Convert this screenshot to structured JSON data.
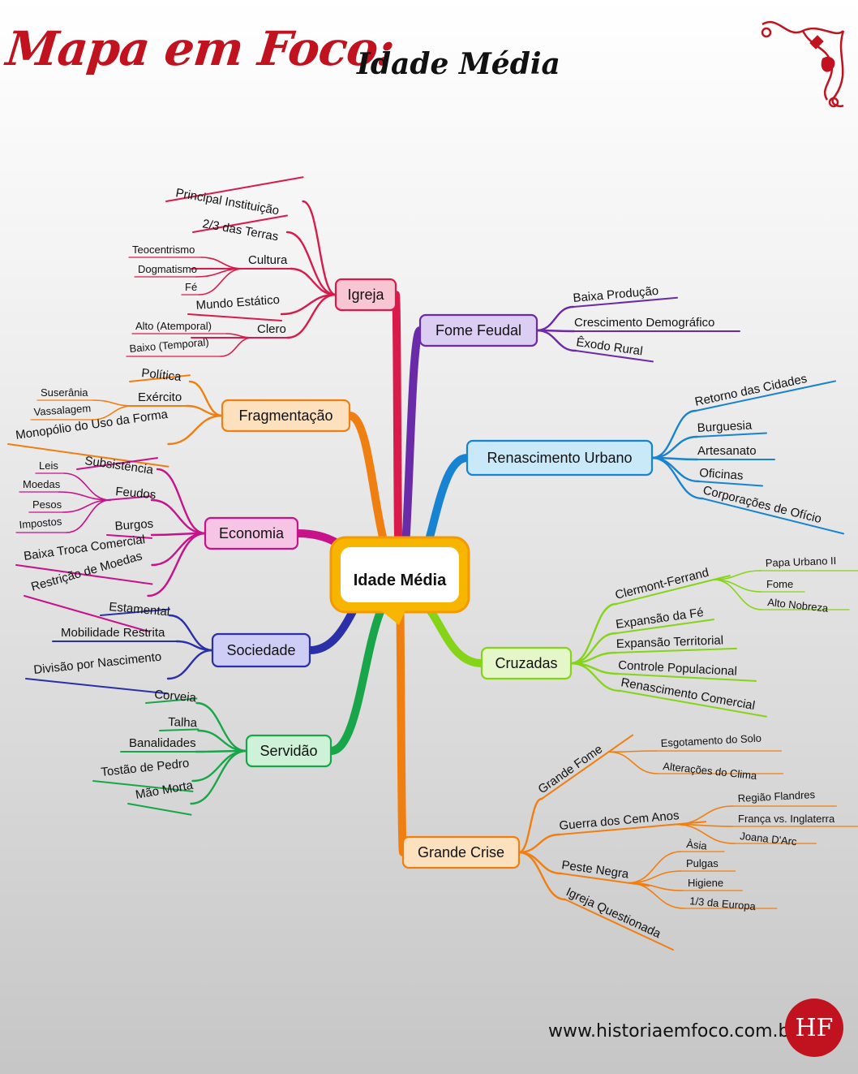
{
  "header": {
    "title_main": "Mapa em Foco:",
    "title_sub": "Idade Média"
  },
  "footer": {
    "website": "www.historiaemfoco.com.br",
    "logo_text": "HF"
  },
  "center": "Idade Média",
  "branches": [
    {
      "id": "igreja",
      "label": "Igreja",
      "color": "#d81b4a",
      "fill": "#f8c6d3",
      "items": [
        {
          "label": "Principal Instituição"
        },
        {
          "label": "2/3 das Terras"
        },
        {
          "label": "Cultura",
          "children": [
            "Teocentrismo",
            "Dogmatismo",
            "Fé"
          ]
        },
        {
          "label": "Mundo Estático"
        },
        {
          "label": "Clero",
          "children": [
            "Alto (Atemporal)",
            "Baixo (Temporal)"
          ]
        }
      ]
    },
    {
      "id": "fome",
      "label": "Fome Feudal",
      "color": "#6a2ba8",
      "fill": "#dccdf3",
      "items": [
        {
          "label": "Baixa Produção"
        },
        {
          "label": "Crescimento Demográfico"
        },
        {
          "label": "Êxodo Rural"
        }
      ]
    },
    {
      "id": "frag",
      "label": "Fragmentação",
      "color": "#f07f12",
      "fill": "#fde0bd",
      "items": [
        {
          "label": "Política"
        },
        {
          "label": "Exército",
          "children": [
            "Suserânia",
            "Vassalagem"
          ]
        },
        {
          "label": "Monopólio do Uso da Forma"
        }
      ]
    },
    {
      "id": "renasc",
      "label": "Renascimento Urbano",
      "color": "#1883d1",
      "fill": "#c9e9f9",
      "items": [
        {
          "label": "Retorno das Cidades"
        },
        {
          "label": "Burguesia"
        },
        {
          "label": "Artesanato"
        },
        {
          "label": "Oficinas"
        },
        {
          "label": "Corporações de Ofício"
        }
      ]
    },
    {
      "id": "eco",
      "label": "Economia",
      "color": "#c8128a",
      "fill": "#f6c4e4",
      "items": [
        {
          "label": "Subsistência"
        },
        {
          "label": "Feudos",
          "children": [
            "Leis",
            "Moedas",
            "Pesos",
            "Impostos"
          ]
        },
        {
          "label": "Burgos"
        },
        {
          "label": "Baixa Troca Comercial"
        },
        {
          "label": "Restrição de Moedas"
        }
      ]
    },
    {
      "id": "cruz",
      "label": "Cruzadas",
      "color": "#86d418",
      "fill": "#e5f7c9",
      "items": [
        {
          "label": "Clermont-Ferrand",
          "children": [
            "Papa Urbano II",
            "Fome",
            "Alto Nobreza"
          ]
        },
        {
          "label": "Expansão da Fé"
        },
        {
          "label": "Expansão Territorial"
        },
        {
          "label": "Controle Populacional"
        },
        {
          "label": "Renascimento Comercial"
        }
      ]
    },
    {
      "id": "soc",
      "label": "Sociedade",
      "color": "#2b2fa8",
      "fill": "#cdcdf5",
      "items": [
        {
          "label": "Estamental"
        },
        {
          "label": "Mobilidade Restrita"
        },
        {
          "label": "Divisão por Nascimento"
        }
      ]
    },
    {
      "id": "serv",
      "label": "Servidão",
      "color": "#19a64a",
      "fill": "#cdf2d8",
      "items": [
        {
          "label": "Corveia"
        },
        {
          "label": "Talha"
        },
        {
          "label": "Banalidades"
        },
        {
          "label": "Tostão de Pedro"
        },
        {
          "label": "Mão Morta"
        }
      ]
    },
    {
      "id": "crise",
      "label": "Grande Crise",
      "color": "#f07f12",
      "fill": "#fde0bd",
      "items": [
        {
          "label": "Grande Fome",
          "children": [
            "Esgotamento do Solo",
            "Alterações do Clima"
          ]
        },
        {
          "label": "Guerra dos Cem Anos",
          "children": [
            "Região Flandres",
            "França vs. Inglaterra",
            "Joana D'Arc"
          ]
        },
        {
          "label": "Peste Negra",
          "children": [
            "Àsia",
            "Pulgas",
            "Higiene",
            "1/3 da Europa"
          ]
        },
        {
          "label": "Igreja Questionada"
        }
      ]
    }
  ]
}
